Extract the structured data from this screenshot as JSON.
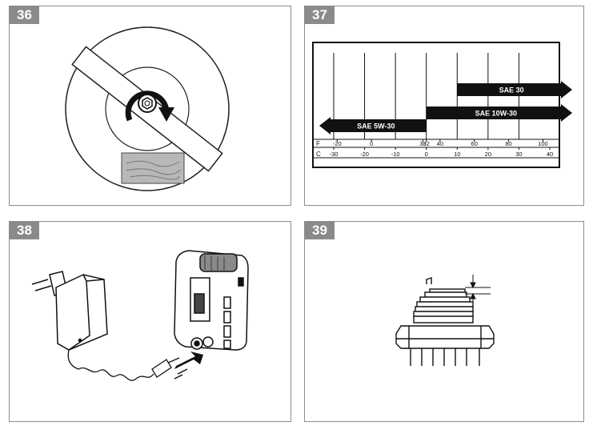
{
  "panels": [
    {
      "number": "36"
    },
    {
      "number": "37"
    },
    {
      "number": "38"
    },
    {
      "number": "39"
    }
  ],
  "oil_chart": {
    "series": [
      {
        "name": "SAE 30",
        "direction": "right",
        "from_c": 10
      },
      {
        "name": "SAE 10W-30",
        "direction": "right",
        "from_c": 0
      },
      {
        "name": "SAE 5W-30",
        "direction": "left",
        "to_c": 0
      }
    ],
    "fahrenheit_label": "F",
    "fahrenheit_ticks": [
      "-20",
      "0",
      "30",
      "32",
      "40",
      "60",
      "80",
      "100"
    ],
    "celsius_label": "C",
    "celsius_ticks": [
      "-30",
      "-20",
      "-10",
      "0",
      "10",
      "20",
      "30",
      "40"
    ]
  }
}
